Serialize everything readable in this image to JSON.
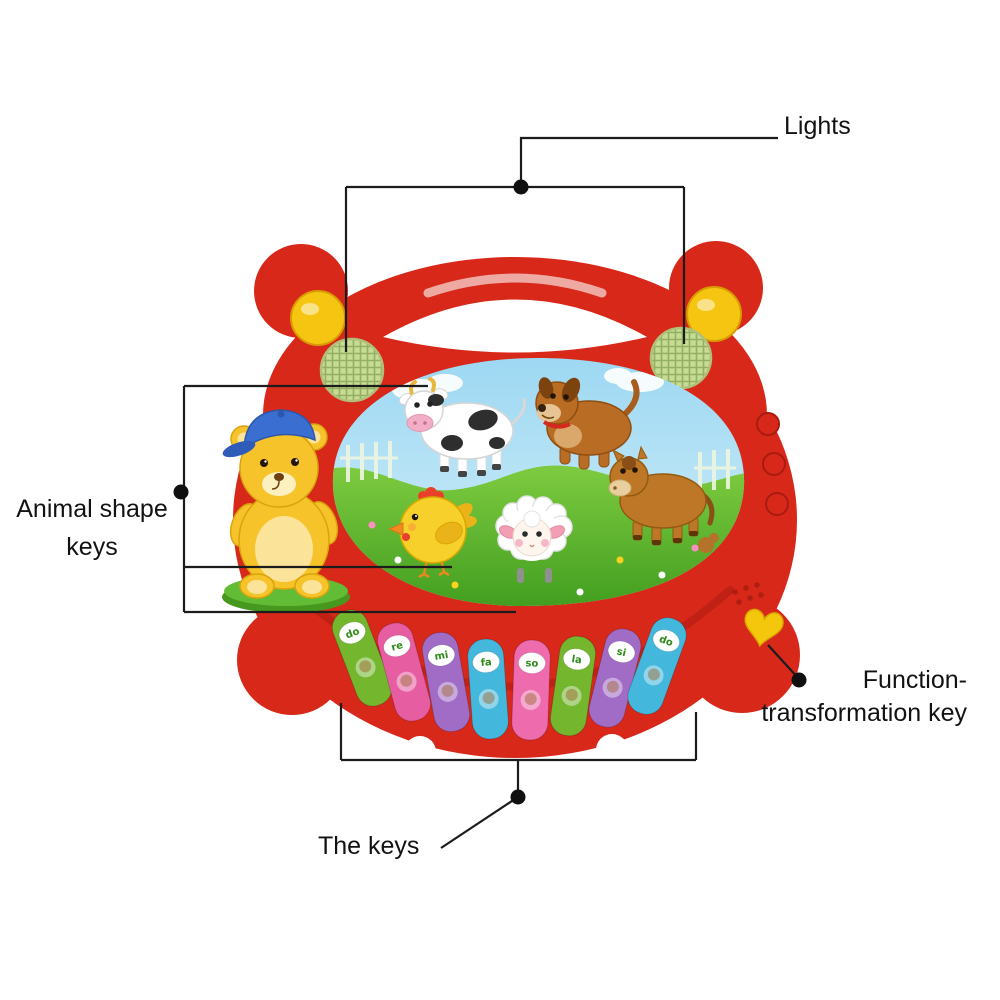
{
  "page": {
    "background": "#ffffff"
  },
  "annotations": {
    "lights": {
      "label": "Lights"
    },
    "animal_keys": {
      "line1": "Animal shape",
      "line2": "keys"
    },
    "function_key": {
      "line1": "Function-",
      "line2": "transformation key"
    },
    "keys": {
      "label": "The keys"
    }
  },
  "toy": {
    "body_color": "#d7281a",
    "button_color": "#f5c512",
    "light_color": "#c6db93",
    "heart_color": "#f4c70c",
    "note_color": "#2f8a18",
    "scene_animals": [
      "cow",
      "dog",
      "bear",
      "chicken",
      "sheep",
      "horse"
    ],
    "piano_keys": [
      {
        "note": "do",
        "color": "#74b62e"
      },
      {
        "note": "re",
        "color": "#e75da2"
      },
      {
        "note": "mi",
        "color": "#a06cc6"
      },
      {
        "note": "fa",
        "color": "#43b7dc"
      },
      {
        "note": "so",
        "color": "#ee6cae"
      },
      {
        "note": "la",
        "color": "#74b62e"
      },
      {
        "note": "si",
        "color": "#a06cc6"
      },
      {
        "note": "do",
        "color": "#43b7dc"
      }
    ]
  }
}
